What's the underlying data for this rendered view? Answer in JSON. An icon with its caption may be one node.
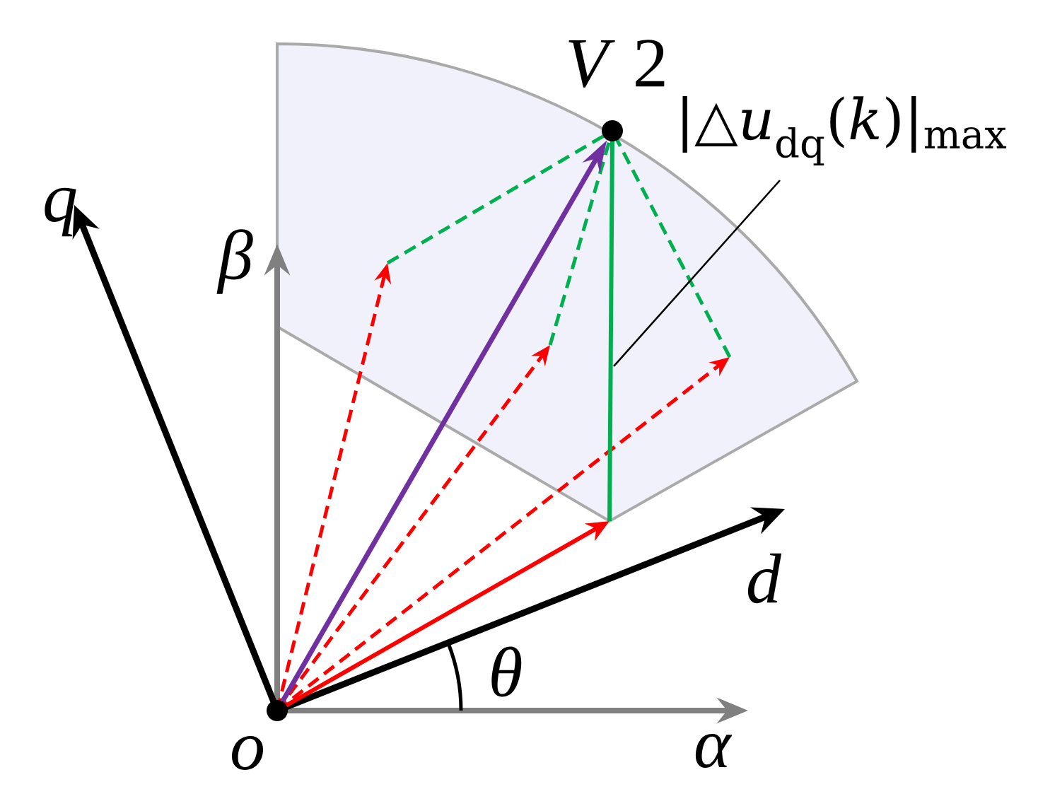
{
  "diagram": {
    "nodes": [
      {
        "text": [],
        "shape": "circle",
        "beside": [
          "*o*"
        ]
      },
      {
        "text": [],
        "shape": "circle",
        "beside": [
          "*V* 2"
        ]
      },
      {
        "text": [
          "|△*u*$_{dq}$(*k*)|$_{max}$"
        ]
      }
    ],
    "edges": [
      {
        "from": 0,
        "to": 1,
        "arrow": "to",
        "style": "thick",
        "color": "#7030a0"
      },
      {
        "from": 2,
        "to": null,
        "arrow": "none",
        "color": "#000000"
      }
    ],
    "labels": [
      "*q*",
      "*β*",
      "*d*",
      "*α*",
      "*θ*"
    ]
  }
}
